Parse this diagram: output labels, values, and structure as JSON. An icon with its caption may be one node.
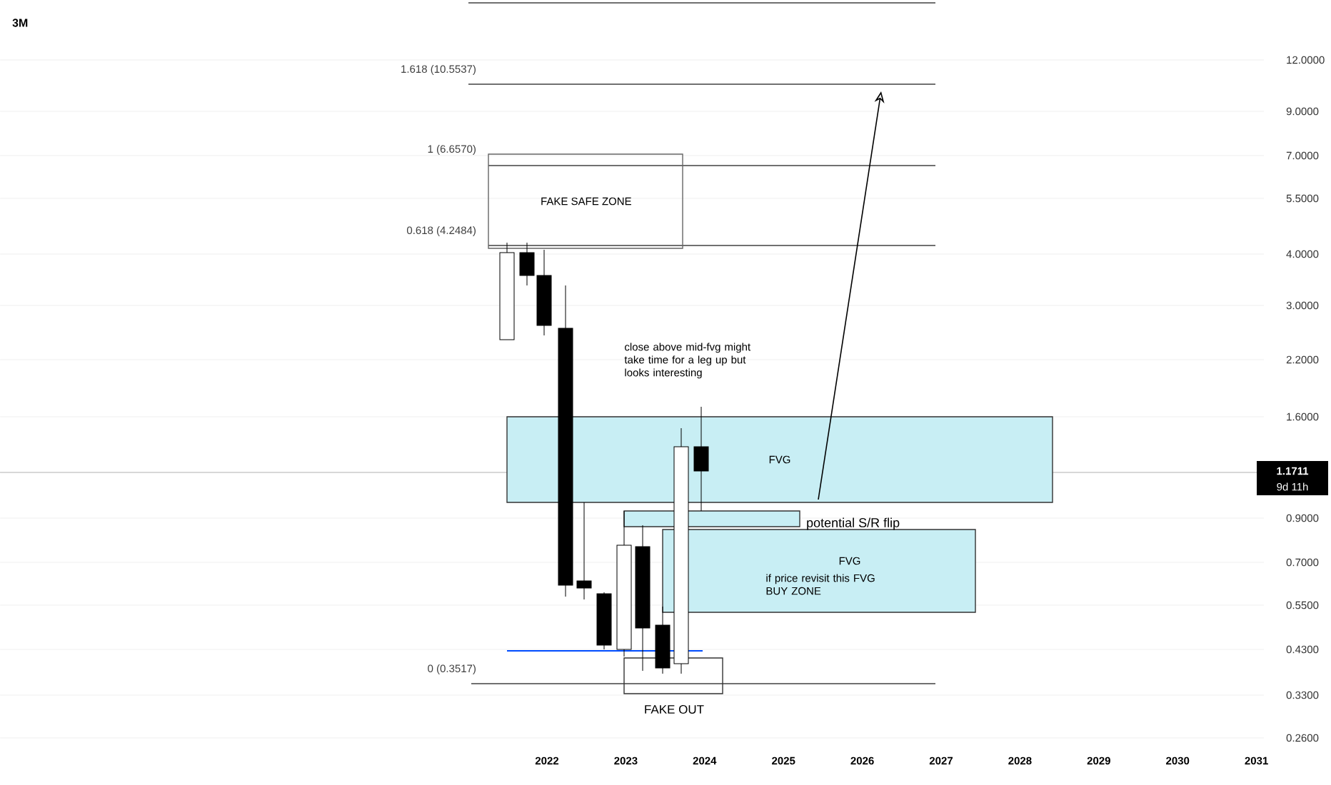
{
  "diagram": {
    "title": "3M",
    "nodes": [
      {
        "text": [
          "FAKE SAFE ZONE"
        ]
      },
      {
        "text": [
          "FVG"
        ]
      },
      {
        "text": [
          "potential S/R flip"
        ]
      },
      {
        "text": [
          "FVG",
          "if price revisit this FVG BUY ZONE"
        ]
      },
      {
        "text": [
          "FAKE OUT"
        ]
      },
      {
        "text": [
          "1.1711",
          "9d 11h"
        ]
      }
    ],
    "labels": [
      "1.618 (10.5537)",
      "1 (6.6570)",
      "0.618 (4.2484)",
      "0 (0.3517)",
      "close above mid-fvg might take time for a leg up but looks interesting",
      "12.0000",
      "9.0000",
      "7.0000",
      "5.5000",
      "4.0000",
      "3.0000",
      "2.2000",
      "1.6000",
      "0.9000",
      "0.7000",
      "0.5500",
      "0.4300",
      "0.3300",
      "0.2600",
      "2022",
      "2023",
      "2024",
      "2025",
      "2026",
      "2027",
      "2028",
      "2029",
      "2030",
      "2031"
    ]
  }
}
